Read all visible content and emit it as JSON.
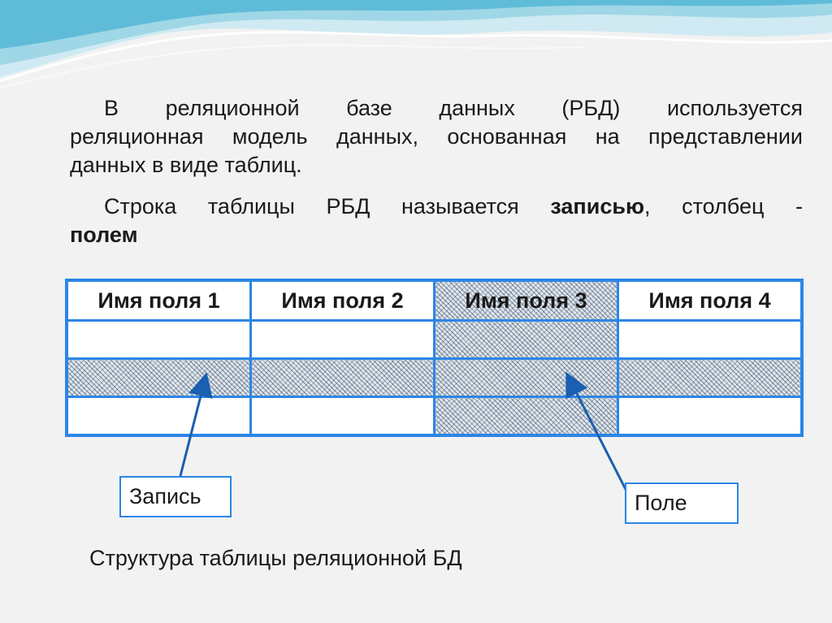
{
  "text": {
    "p1_line1": "В реляционной базе данных (РБД) используется",
    "p1_line2": "реляционная модель данных, основанная на представлении",
    "p1_line3": "данных в виде таблиц.",
    "p2_line1_start": "Строка таблицы РБД называется ",
    "p2_bold1": "записью",
    "p2_line1_end": ", столбец -",
    "p2_bold2": "полем"
  },
  "table": {
    "headers": [
      "Имя поля 1",
      "Имя поля 2",
      "Имя поля 3",
      "Имя поля 4"
    ],
    "highlighted_row": 2,
    "highlighted_column": 3
  },
  "callouts": {
    "record": "Запись",
    "field": "Поле"
  },
  "caption": "Структура таблицы реляционной БД",
  "colors": {
    "accent": "#2b86e6",
    "wave_light": "#a8dbe8",
    "wave_dark": "#3fa9c9",
    "shade": "#dfe6ec"
  }
}
